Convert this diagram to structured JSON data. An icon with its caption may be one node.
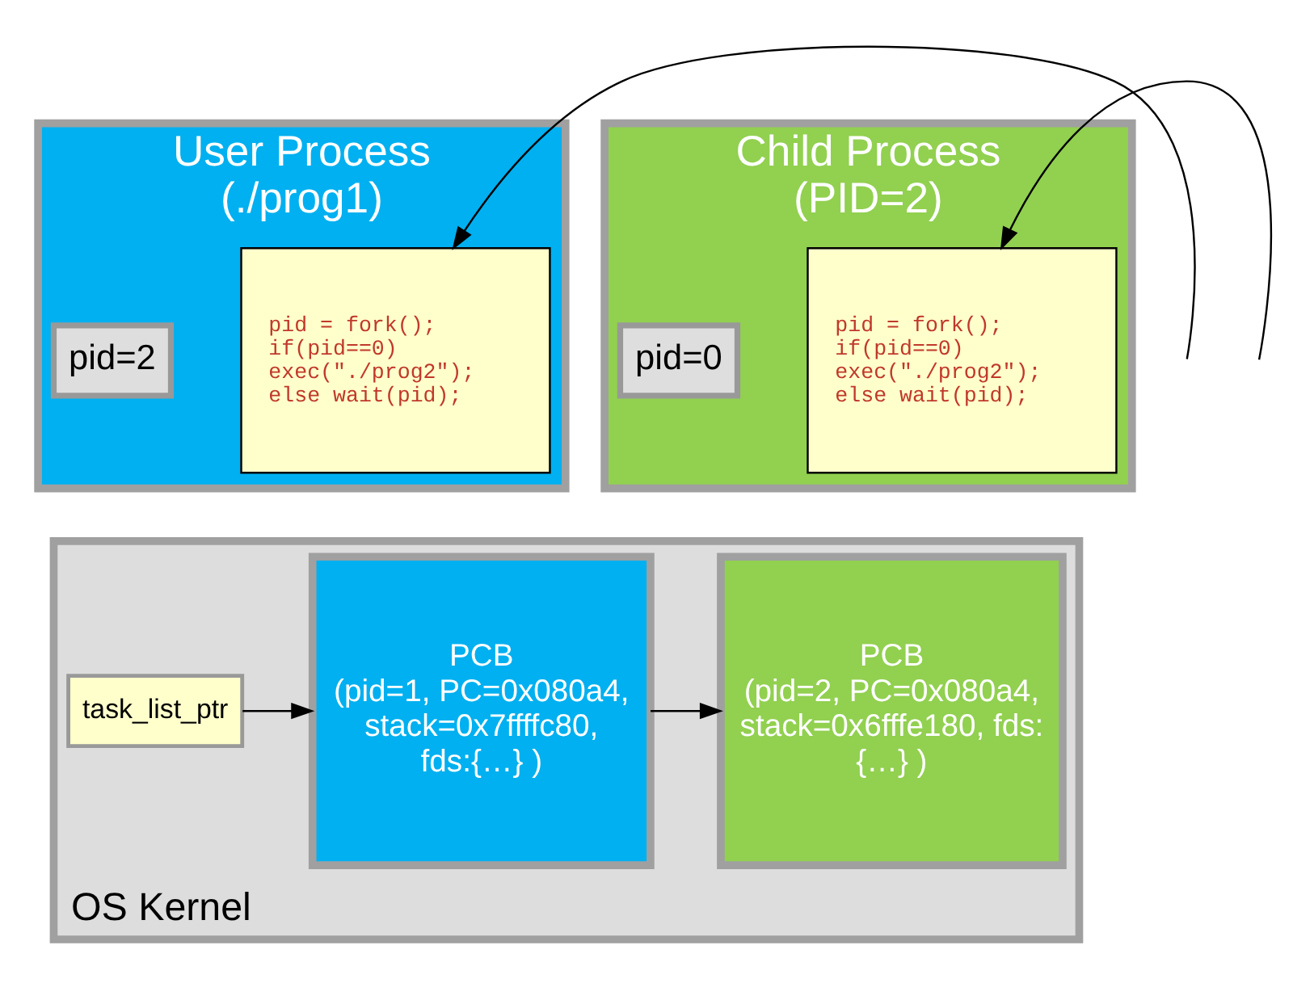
{
  "diagram": {
    "nodes": [
      {
        "text": [
          "User Process (./prog1)"
        ]
      },
      {
        "text": [
          "pid = fork(); if(pid==0) exec(\"./prog2\"); else wait(pid);"
        ],
        "in": 0
      },
      {
        "text": [
          "pid=2"
        ],
        "in": 0
      },
      {
        "text": [
          "Child Process (PID=2)"
        ]
      },
      {
        "text": [
          "pid = fork(); if(pid==0) exec(\"./prog2\"); else wait(pid);"
        ],
        "in": 3
      },
      {
        "text": [
          "pid=0"
        ],
        "in": 3
      },
      {
        "text": [
          "OS Kernel"
        ]
      },
      {
        "text": [
          "task_list_ptr"
        ],
        "in": 6
      },
      {
        "text": [
          "PCB",
          "(pid=1, PC=0x080a4, stack=0x7ffffc80, fds:{…} )"
        ],
        "in": 6
      },
      {
        "text": [
          "PCB",
          "(pid=2, PC=0x080a4, stack=0x6fffe180, fds: {…} )"
        ],
        "in": 6
      }
    ],
    "edges": [
      {
        "from": 7,
        "to": 8,
        "arrow": "to"
      },
      {
        "from": 8,
        "to": 9,
        "arrow": "to"
      },
      {
        "from": null,
        "to": 1,
        "arrow": "to"
      },
      {
        "from": null,
        "to": 4,
        "arrow": "to"
      }
    ]
  }
}
